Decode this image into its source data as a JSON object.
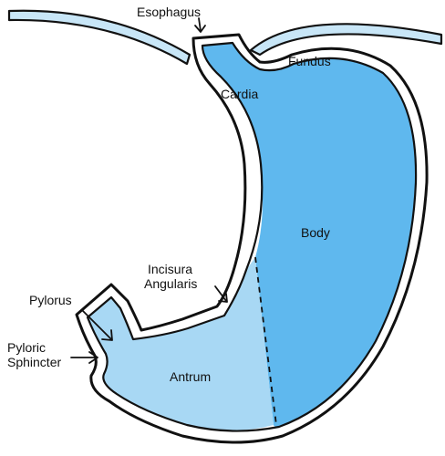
{
  "labels": {
    "esophagus": "Esophagus",
    "fundus": "Fundus",
    "cardia": "Cardia",
    "body": "Body",
    "incisura_line1": "Incisura",
    "incisura_line2": "Angularis",
    "pylorus": "Pylorus",
    "pyloric_line1": "Pyloric",
    "pyloric_line2": "Sphincter",
    "antrum": "Antrum"
  },
  "colors": {
    "wall": "#c8e6f7",
    "body_fill": "#5fb8ee",
    "antrum_fill": "#a8d8f4",
    "outline": "#111111"
  }
}
